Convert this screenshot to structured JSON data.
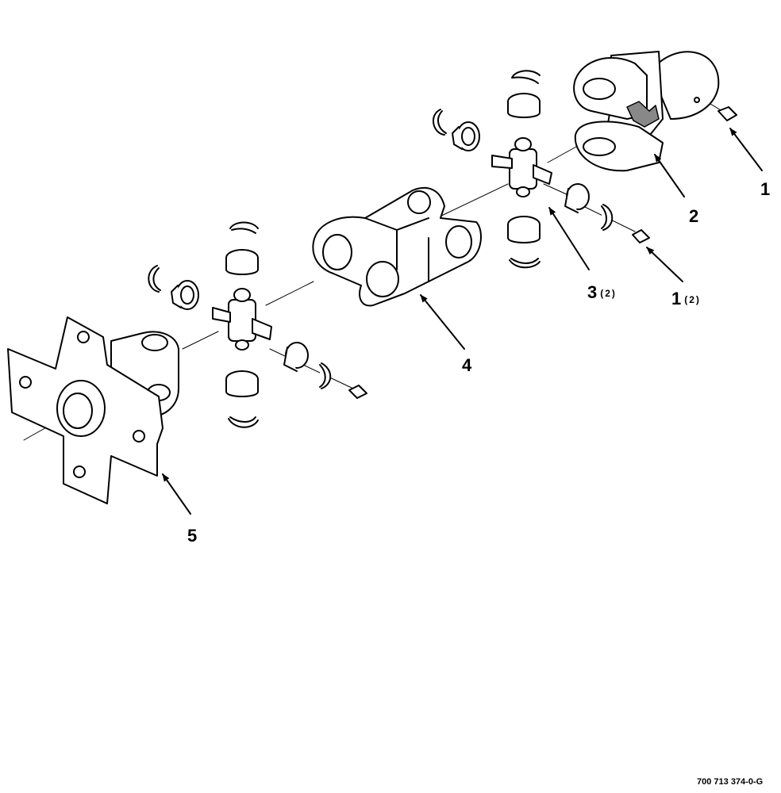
{
  "callouts": {
    "item1_top": {
      "number": "1",
      "qty": ""
    },
    "item2": {
      "number": "2",
      "qty": ""
    },
    "item3": {
      "number": "3",
      "qty": "(2)"
    },
    "item1_mid": {
      "number": "1",
      "qty": "(2)"
    },
    "item4": {
      "number": "4",
      "qty": ""
    },
    "item5": {
      "number": "5",
      "qty": ""
    }
  },
  "figure_id": "700 713 374-0-G"
}
